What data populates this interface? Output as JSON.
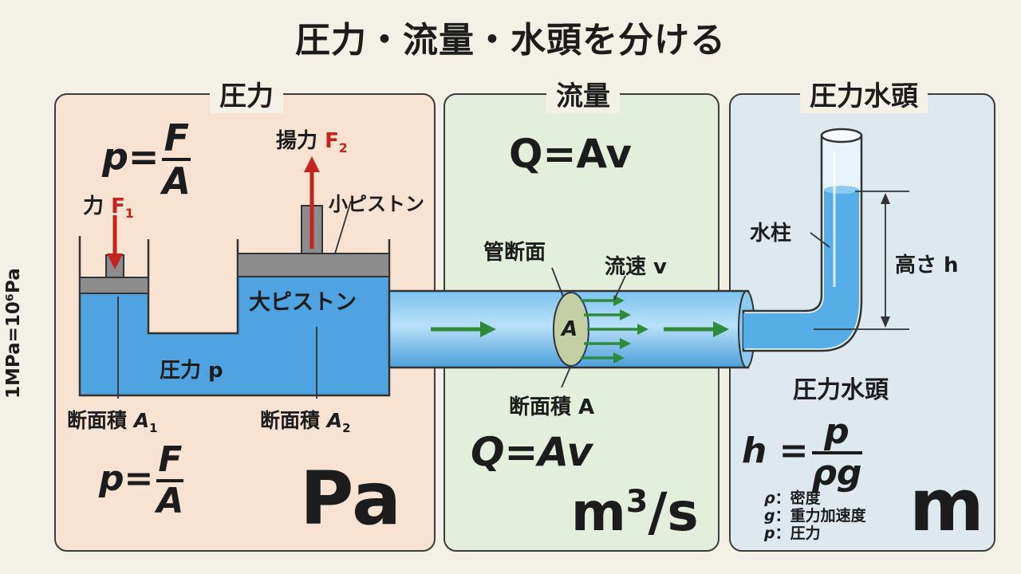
{
  "title": "圧力・流量・水頭を分ける",
  "side_note": "1MPa=10⁶Pa",
  "panels": {
    "pressure": {
      "title": "圧力",
      "formula_top": {
        "lhs": "p=",
        "num": "F",
        "den": "A"
      },
      "formula_bottom": {
        "lhs": "p=",
        "num": "F",
        "den": "A"
      },
      "unit": "Pa",
      "labels": {
        "force_text": "力",
        "force_symbol": "F",
        "force_sub": "1",
        "lift_text": "揚力",
        "lift_symbol": "F",
        "lift_sub": "2",
        "small_piston": "小ピストン",
        "large_piston": "大ピストン",
        "pressure_p": "圧力 p",
        "area1_text": "断面積",
        "area1_symbol": "A",
        "area1_sub": "1",
        "area2_text": "断面積",
        "area2_symbol": "A",
        "area2_sub": "2"
      }
    },
    "flow": {
      "title": "流量",
      "formula_top": "Q=Av",
      "formula_bottom": "Q=Av",
      "unit_base": "m",
      "unit_exp": "3",
      "unit_rest": "/s",
      "labels": {
        "cross_section": "管断面",
        "velocity": "流速 v",
        "area_symbol": "A",
        "area_text": "断面積 A"
      }
    },
    "head": {
      "title": "圧力水頭",
      "subtitle": "圧力水頭",
      "formula": {
        "lhs": "h =",
        "num": "p",
        "den": "ρg"
      },
      "unit": "m",
      "labels": {
        "water_column": "水柱",
        "height": "高さ h"
      },
      "legend": [
        {
          "sym": "ρ",
          "desc": "密度"
        },
        {
          "sym": "g",
          "desc": "重力加速度"
        },
        {
          "sym": "p",
          "desc": "圧力"
        }
      ]
    }
  },
  "colors": {
    "pressure_bg": "#f8e3d2",
    "flow_bg": "#e3eedb",
    "head_bg": "#dde9ee",
    "water": "#4fa3e0",
    "piston": "#8c8c8c",
    "arrow_red": "#c5231d",
    "arrow_green": "#2f8a3a"
  }
}
